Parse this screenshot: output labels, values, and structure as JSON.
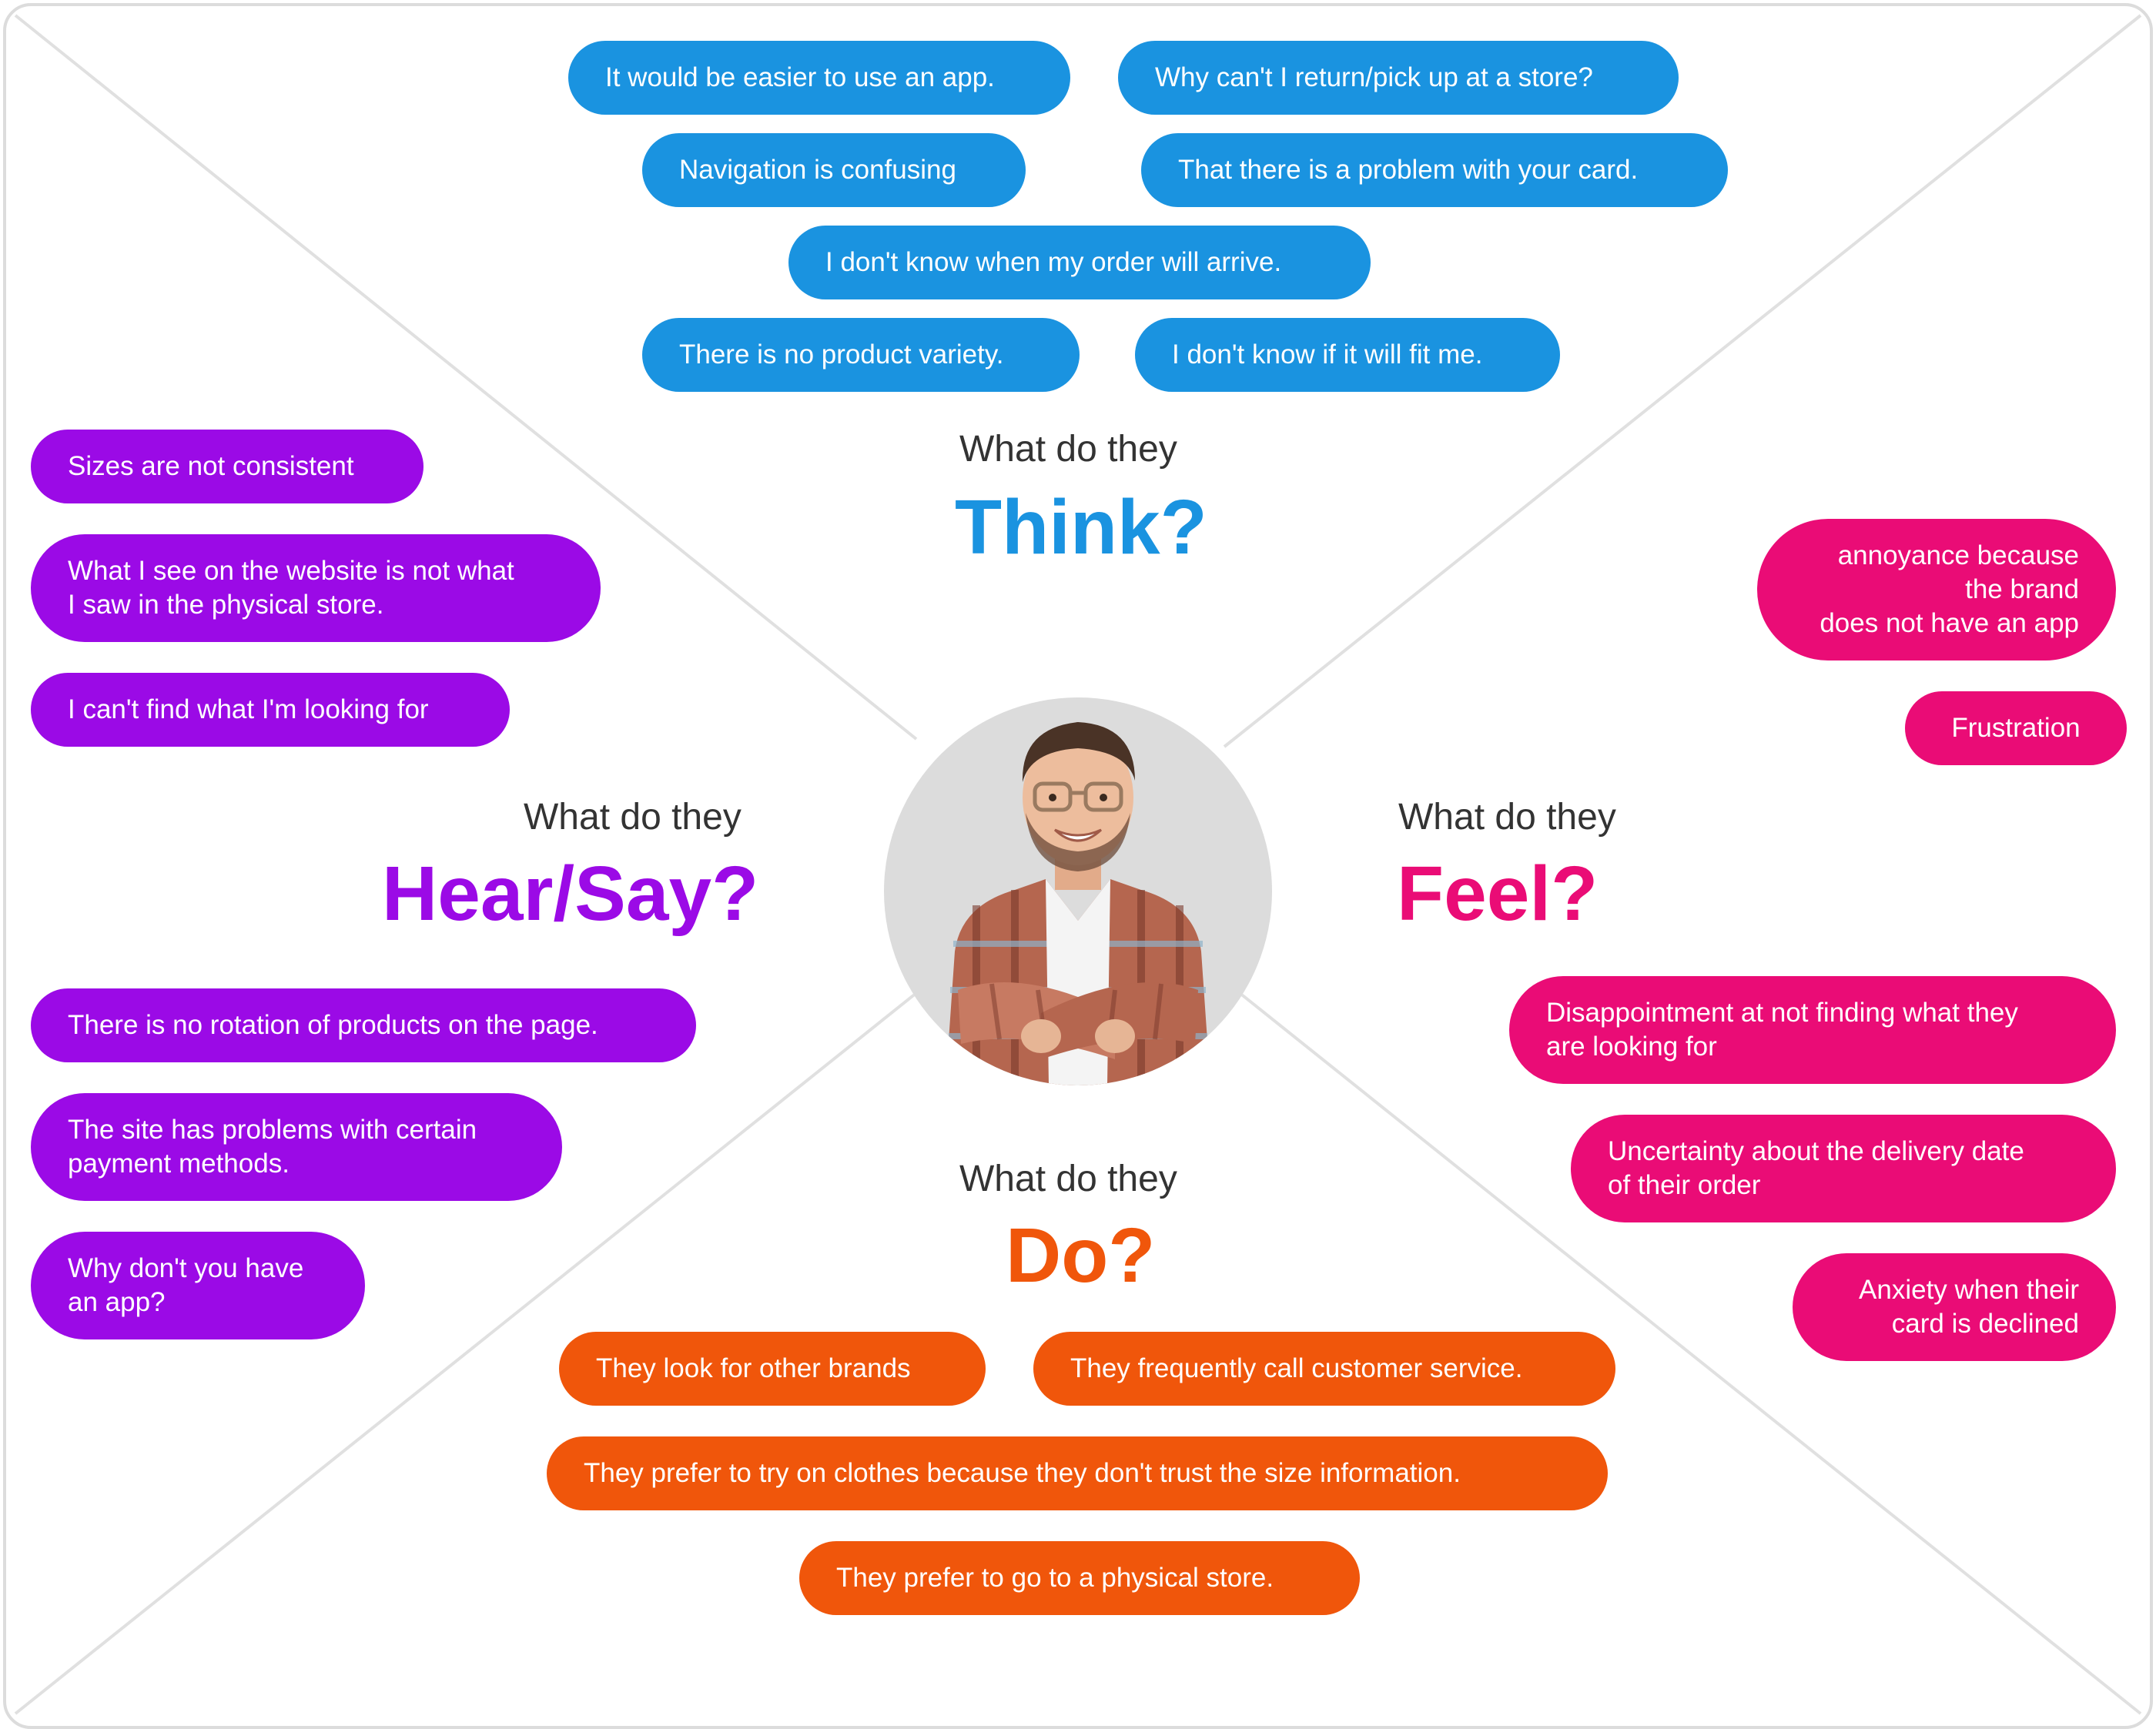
{
  "colors": {
    "think": "#1a93e0",
    "hear": "#9b0ae6",
    "feel": "#ea0c76",
    "do": "#f0560b",
    "frame": "#dcdcdc",
    "avatar_bg": "#dcdcdc"
  },
  "think": {
    "prefix": "What do they",
    "title": "Think?",
    "items": [
      "It would be easier to use an app.",
      "Why can't I return/pick up at a store?",
      "Navigation is confusing",
      "That there is a problem with your card.",
      "I don't know when my order will arrive.",
      "There is no product variety.",
      "I don't know if it will fit me."
    ]
  },
  "hear": {
    "prefix": "What do they",
    "title": "Hear/Say?",
    "items": [
      "Sizes are not consistent",
      "What I see on the website is not what\nI saw in the physical store.",
      "I can't find what I'm looking for",
      "There is no rotation of products on the page.",
      "The site has problems with certain\npayment methods.",
      "Why don't you have\nan app?"
    ]
  },
  "feel": {
    "prefix": "What do they",
    "title": "Feel?",
    "items": [
      "annoyance because\nthe brand\ndoes not have an app",
      "Frustration",
      "Disappointment at not finding what they\nare looking for",
      "Uncertainty about the delivery date\nof their order",
      "Anxiety when their\ncard is declined"
    ]
  },
  "do": {
    "prefix": "What do they",
    "title": "Do?",
    "items": [
      "They look for other brands",
      "They frequently call customer service.",
      "They prefer to try on clothes because they don't trust the size information.",
      "They prefer to go to a physical store."
    ]
  },
  "avatar": {
    "icon": "person-avatar-icon"
  }
}
